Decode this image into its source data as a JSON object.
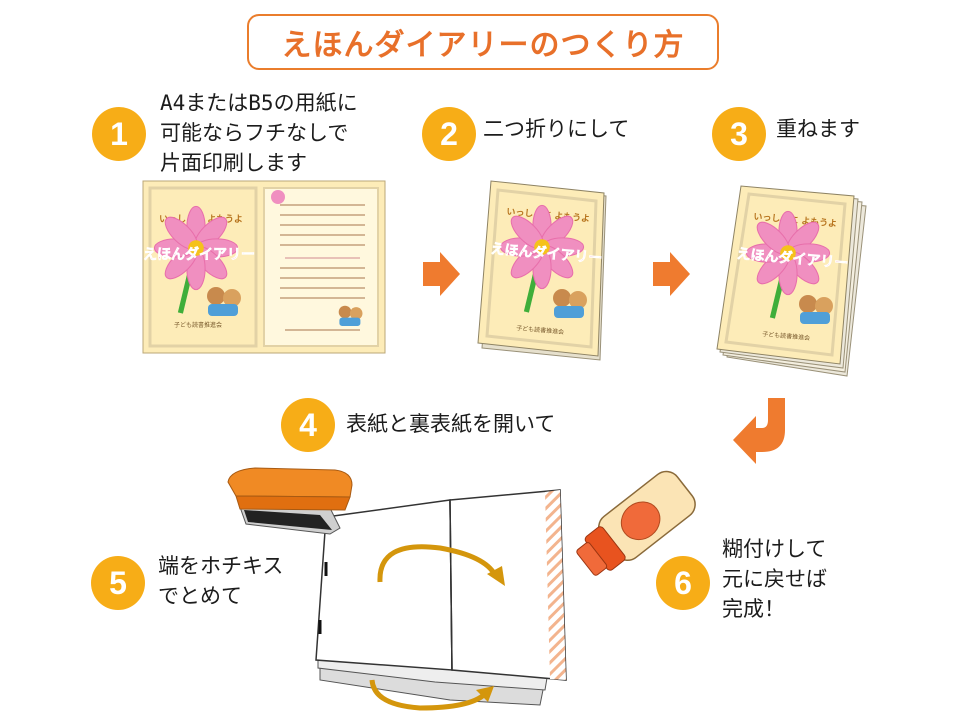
{
  "title": "えほんダイアリーのつくり方",
  "steps": [
    {
      "number": "1",
      "text": "A4またはB5の用紙に\n可能ならフチなしで\n片面印刷します"
    },
    {
      "number": "2",
      "text": "二つ折りにして"
    },
    {
      "number": "3",
      "text": "重ねます"
    },
    {
      "number": "4",
      "text": "表紙と裏表紙を開いて"
    },
    {
      "number": "5",
      "text": "端をホチキス\nでとめて"
    },
    {
      "number": "6",
      "text": "糊付けして\n元に戻せば\n完成！"
    }
  ],
  "booklet": {
    "tagline": "いっしょに よもうよ",
    "cover_title": "えほんダイアリー",
    "footer": "子ども読書推進会"
  },
  "colors": {
    "accent": "#e8702a",
    "badge": "#f7ad17",
    "paper": "#fdecb8",
    "arrow": "#ef7b2f"
  }
}
